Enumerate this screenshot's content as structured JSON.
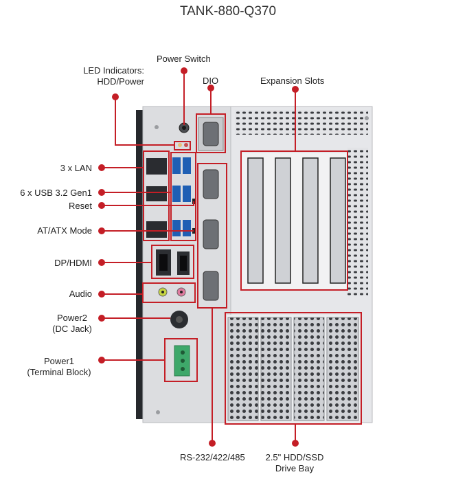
{
  "title": "TANK-880-Q370",
  "colors": {
    "callout": "#c41e26",
    "chassis": "#d8d9dc",
    "dark_panel": "#2b2d31"
  },
  "labels": {
    "led_line1": "LED Indicators:",
    "led_line2": "HDD/Power",
    "power_switch": "Power Switch",
    "dio": "DIO",
    "expansion_slots": "Expansion Slots",
    "lan": "3 x LAN",
    "usb": "6 x USB 3.2 Gen1",
    "reset": "Reset",
    "at_atx": "AT/ATX Mode",
    "dp_hdmi": "DP/HDMI",
    "audio": "Audio",
    "power2_line1": "Power2",
    "power2_line2": "(DC Jack)",
    "power1_line1": "Power1",
    "power1_line2": "(Terminal Block)",
    "serial": "RS-232/422/485",
    "drive_line1": "2.5\" HDD/SSD",
    "drive_line2": "Drive Bay"
  }
}
